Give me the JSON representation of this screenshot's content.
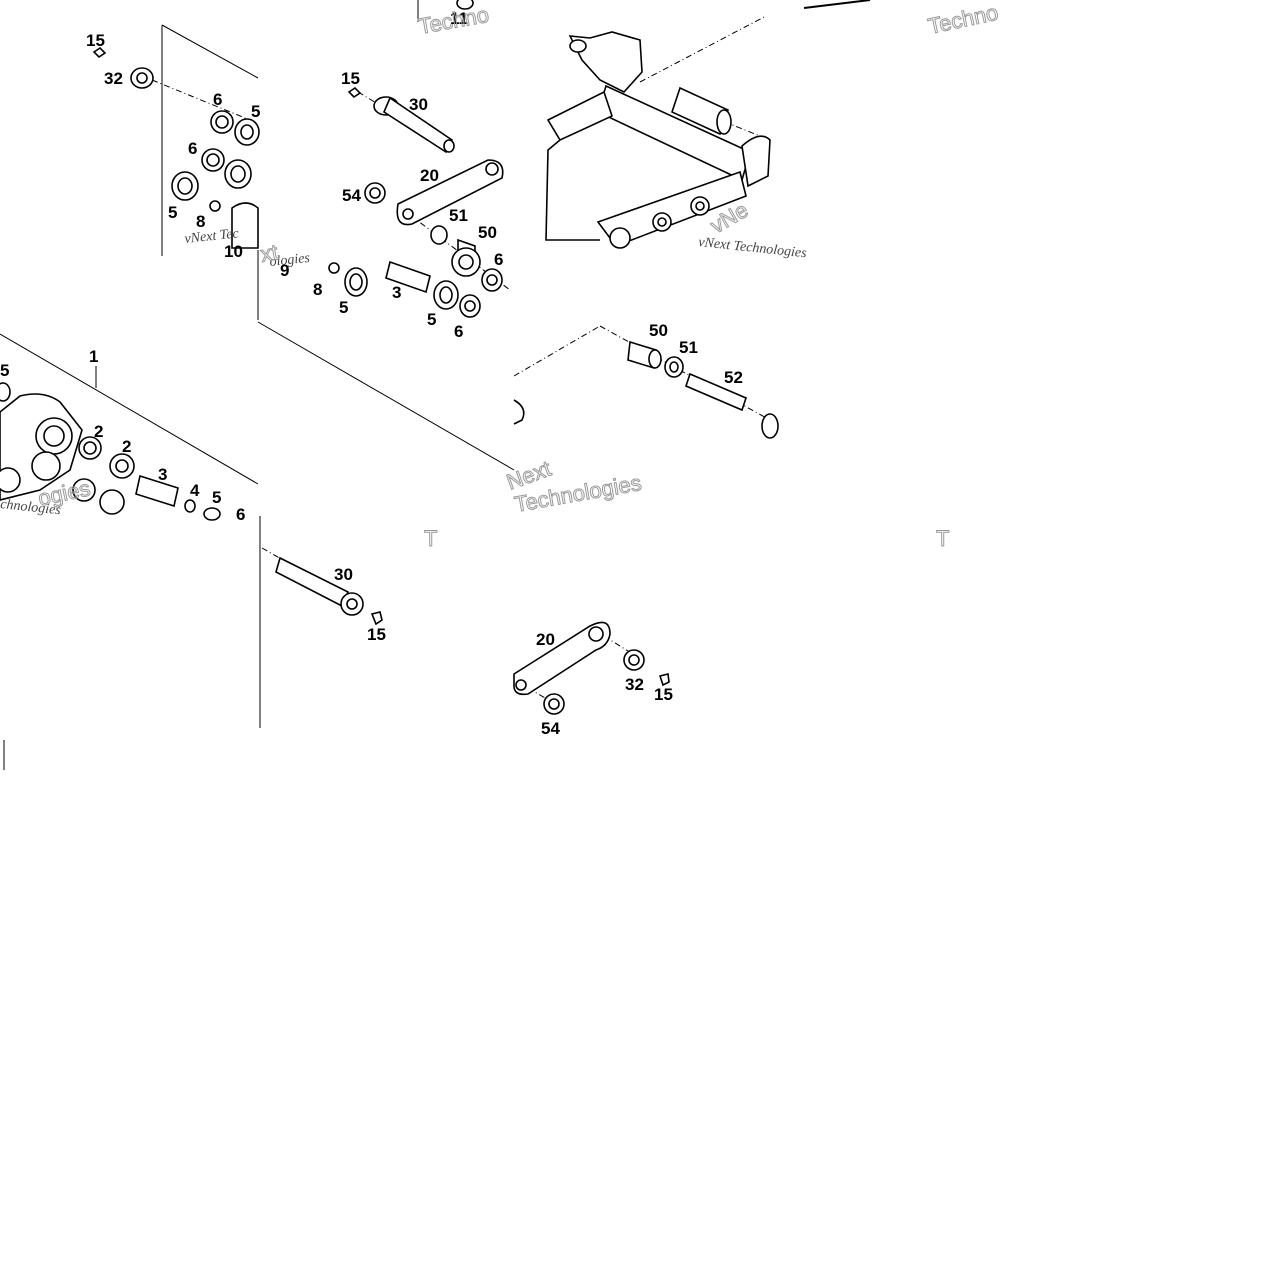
{
  "callouts": {
    "tile1": [
      "15",
      "32",
      "6",
      "5",
      "6",
      "5",
      "8",
      "10"
    ],
    "tile2": [
      "15",
      "30",
      "20",
      "54",
      "51",
      "50",
      "9",
      "8",
      "5",
      "3",
      "5",
      "6",
      "6"
    ],
    "tile_top": [
      "11"
    ],
    "tile4": [
      "1",
      "5",
      "2",
      "2",
      "3",
      "4",
      "5",
      "6"
    ],
    "tile5": [
      "50",
      "51",
      "52"
    ],
    "tile6": [
      "30",
      "15"
    ],
    "tile7": [
      "20",
      "32",
      "15",
      "54"
    ]
  },
  "watermarks": {
    "brand": "vNext Technologies",
    "fragments": [
      "Techno",
      "Techno",
      "vNe",
      "xt",
      "ogies",
      "chnologies",
      "ologies",
      "vNext Tec",
      "T",
      "T",
      "Next",
      "Technologies"
    ]
  },
  "colors": {
    "line": "#000000",
    "watermark": "#9a9a9a",
    "background": "#ffffff"
  }
}
